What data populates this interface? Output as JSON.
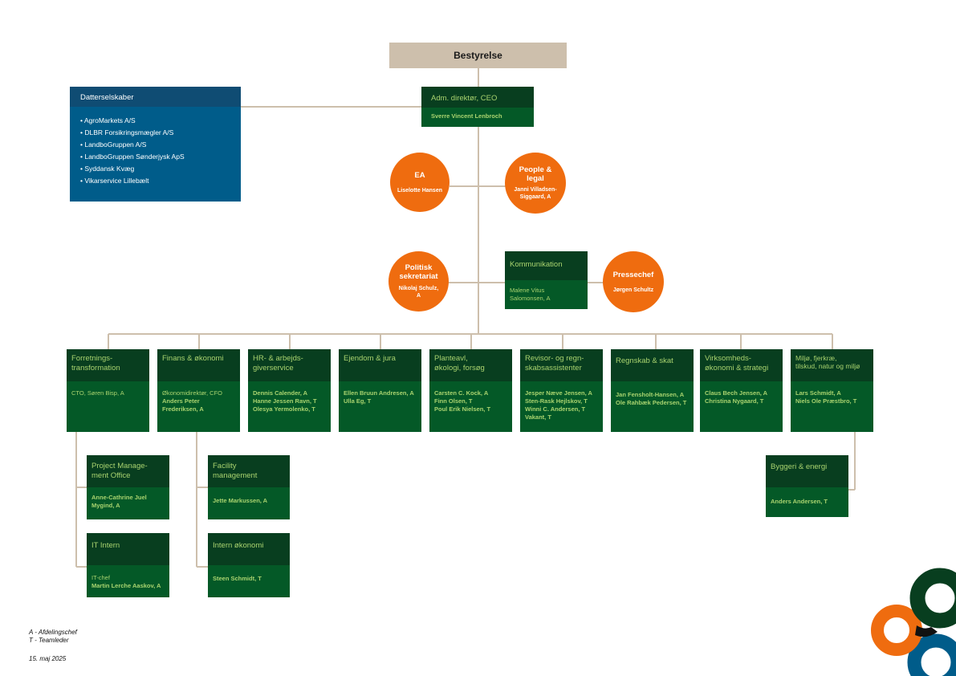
{
  "board": {
    "label": "Bestyrelse"
  },
  "ceo": {
    "title": "Adm. direktør, CEO",
    "name": "Sverre Vincent Lenbroch"
  },
  "subsidiaries": {
    "title": "Datterselskaber",
    "items": [
      "• AgroMarkets A/S",
      "• DLBR Forsikringsmægler A/S",
      "• LandboGruppen A/S",
      "• LandboGruppen Sønderjysk ApS",
      "• Syddansk Kvæg",
      "• Vikarservice Lillebælt"
    ]
  },
  "staff": {
    "ea": {
      "title": "EA",
      "person": "Liselotte Hansen"
    },
    "people": {
      "title_1": "People &",
      "title_2": "legal",
      "person_1": "Janni Villadsen-",
      "person_2": "Siggaard, A"
    },
    "politisk": {
      "title_1": "Politisk",
      "title_2": "sekretariat",
      "person_1": "Nikolaj Schulz,",
      "person_2": "A"
    },
    "kommunikation": {
      "title": "Kommunikation",
      "person_1": "Malene Vitus",
      "person_2": "Salomonsen, A"
    },
    "presse": {
      "title": "Pressechef",
      "person": "Jørgen Schultz"
    }
  },
  "departments": [
    {
      "title_1": "Forretnings-",
      "title_2": "transformation",
      "l1": "CTO, Søren Bisp, A",
      "l2": "",
      "l3": ""
    },
    {
      "title_1": "Finans & økonomi",
      "title_2": "",
      "l1": "Økonomidirektør, CFO",
      "l2": "Anders Peter",
      "l3": "Frederiksen, A"
    },
    {
      "title_1": "HR- & arbejds-",
      "title_2": "giverservice",
      "l1": "Dennis Calender, A",
      "l2": "Hanne Jessen Ravn, T",
      "l3": "Olesya Yermolenko, T"
    },
    {
      "title_1": "Ejendom & jura",
      "title_2": "",
      "l1": "Ellen Bruun Andresen, A",
      "l2": "Ulla Eg, T",
      "l3": ""
    },
    {
      "title_1": "Planteavl,",
      "title_2": "økologi, forsøg",
      "l1": "Carsten C. Kock, A",
      "l2": "Finn Olsen, T",
      "l3": "Poul Erik Nielsen, T"
    },
    {
      "title_1": "Revisor- og regn-",
      "title_2": "skabsassistenter",
      "l1": "Jesper Næve Jensen, A",
      "l2": "Sten-Rask Hejlskov, T",
      "l3": "Winni C. Andersen, T",
      "l4": "Vakant, T"
    },
    {
      "title_1": "Regnskab & skat",
      "title_2": "",
      "l1": "Jan Fensholt-Hansen, A",
      "l2": "Ole Rahbæk Pedersen, T",
      "l3": ""
    },
    {
      "title_1": "Virksomheds-",
      "title_2": "økonomi & strategi",
      "l1": "Claus Bech Jensen, A",
      "l2": "Christina Nygaard, T",
      "l3": ""
    },
    {
      "title_1": "Miljø, fjerkræ,",
      "title_2": "tilskud, natur og miljø",
      "l1": "Lars Schmidt, A",
      "l2": "Niels Ole Præstbro, T",
      "l3": ""
    }
  ],
  "subunits": {
    "pmo": {
      "title_1": "Project Manage-",
      "title_2": "ment Office",
      "l1": "Anne-Cathrine Juel",
      "l2": "Mygind, A"
    },
    "it": {
      "title_1": "IT Intern",
      "l1": "IT-chef",
      "l2": "Martin Lerche Aaskov, A"
    },
    "facility": {
      "title_1": "Facility",
      "title_2": "management",
      "l1": "Jette Markussen, A"
    },
    "internok": {
      "title_1": "Intern økonomi",
      "l1": "Steen Schmidt, T"
    },
    "byggeri": {
      "title_1": "Byggeri & energi",
      "l1": "Anders Andersen, T"
    }
  },
  "legend": {
    "a": "A - Afdelingschef",
    "t": "T - Teamleder"
  },
  "date": "15. maj 2025",
  "colors": {
    "green_dark": "#083e1f",
    "green": "#045927",
    "text_green": "#a9d36f",
    "orange": "#ef6c0f",
    "blue": "#005c8a",
    "beige": "#cdbfac",
    "connector": "#cdbfac"
  }
}
